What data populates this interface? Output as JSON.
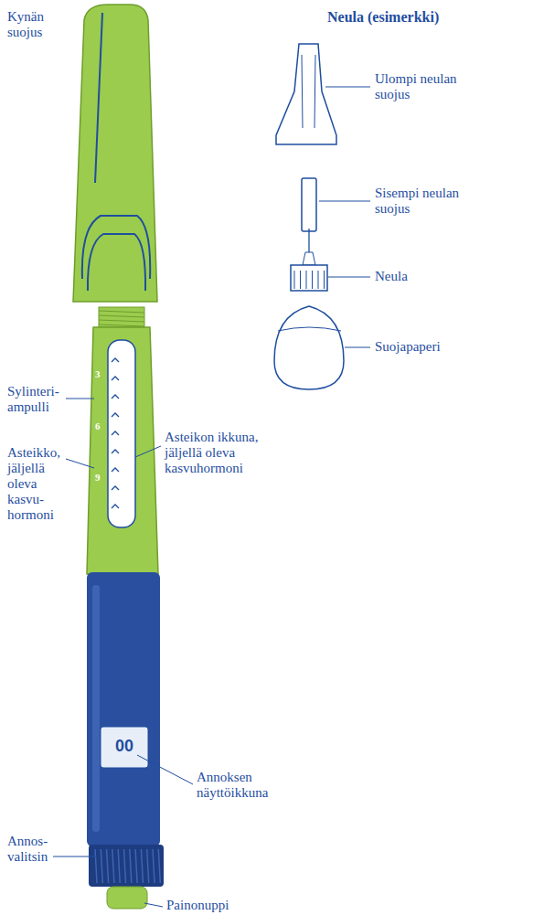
{
  "diagram": {
    "labels": [
      "Kynän suojus",
      "Neula (esimerkki)",
      "Ulompi neulan suojus",
      "Sisempi neulan suojus",
      "Neula",
      "Suojapaperi",
      "Sylinteri- ampulli",
      "Asteikon ikkuna, jäljellä oleva kasvuhormoni",
      "Asteikko, jäljellä oleva kasvu- hormoni",
      "Annoksen näyttöikkuna",
      "Annos- valitsin",
      "Painonuppi",
      "3",
      "6",
      "9",
      "00"
    ]
  }
}
